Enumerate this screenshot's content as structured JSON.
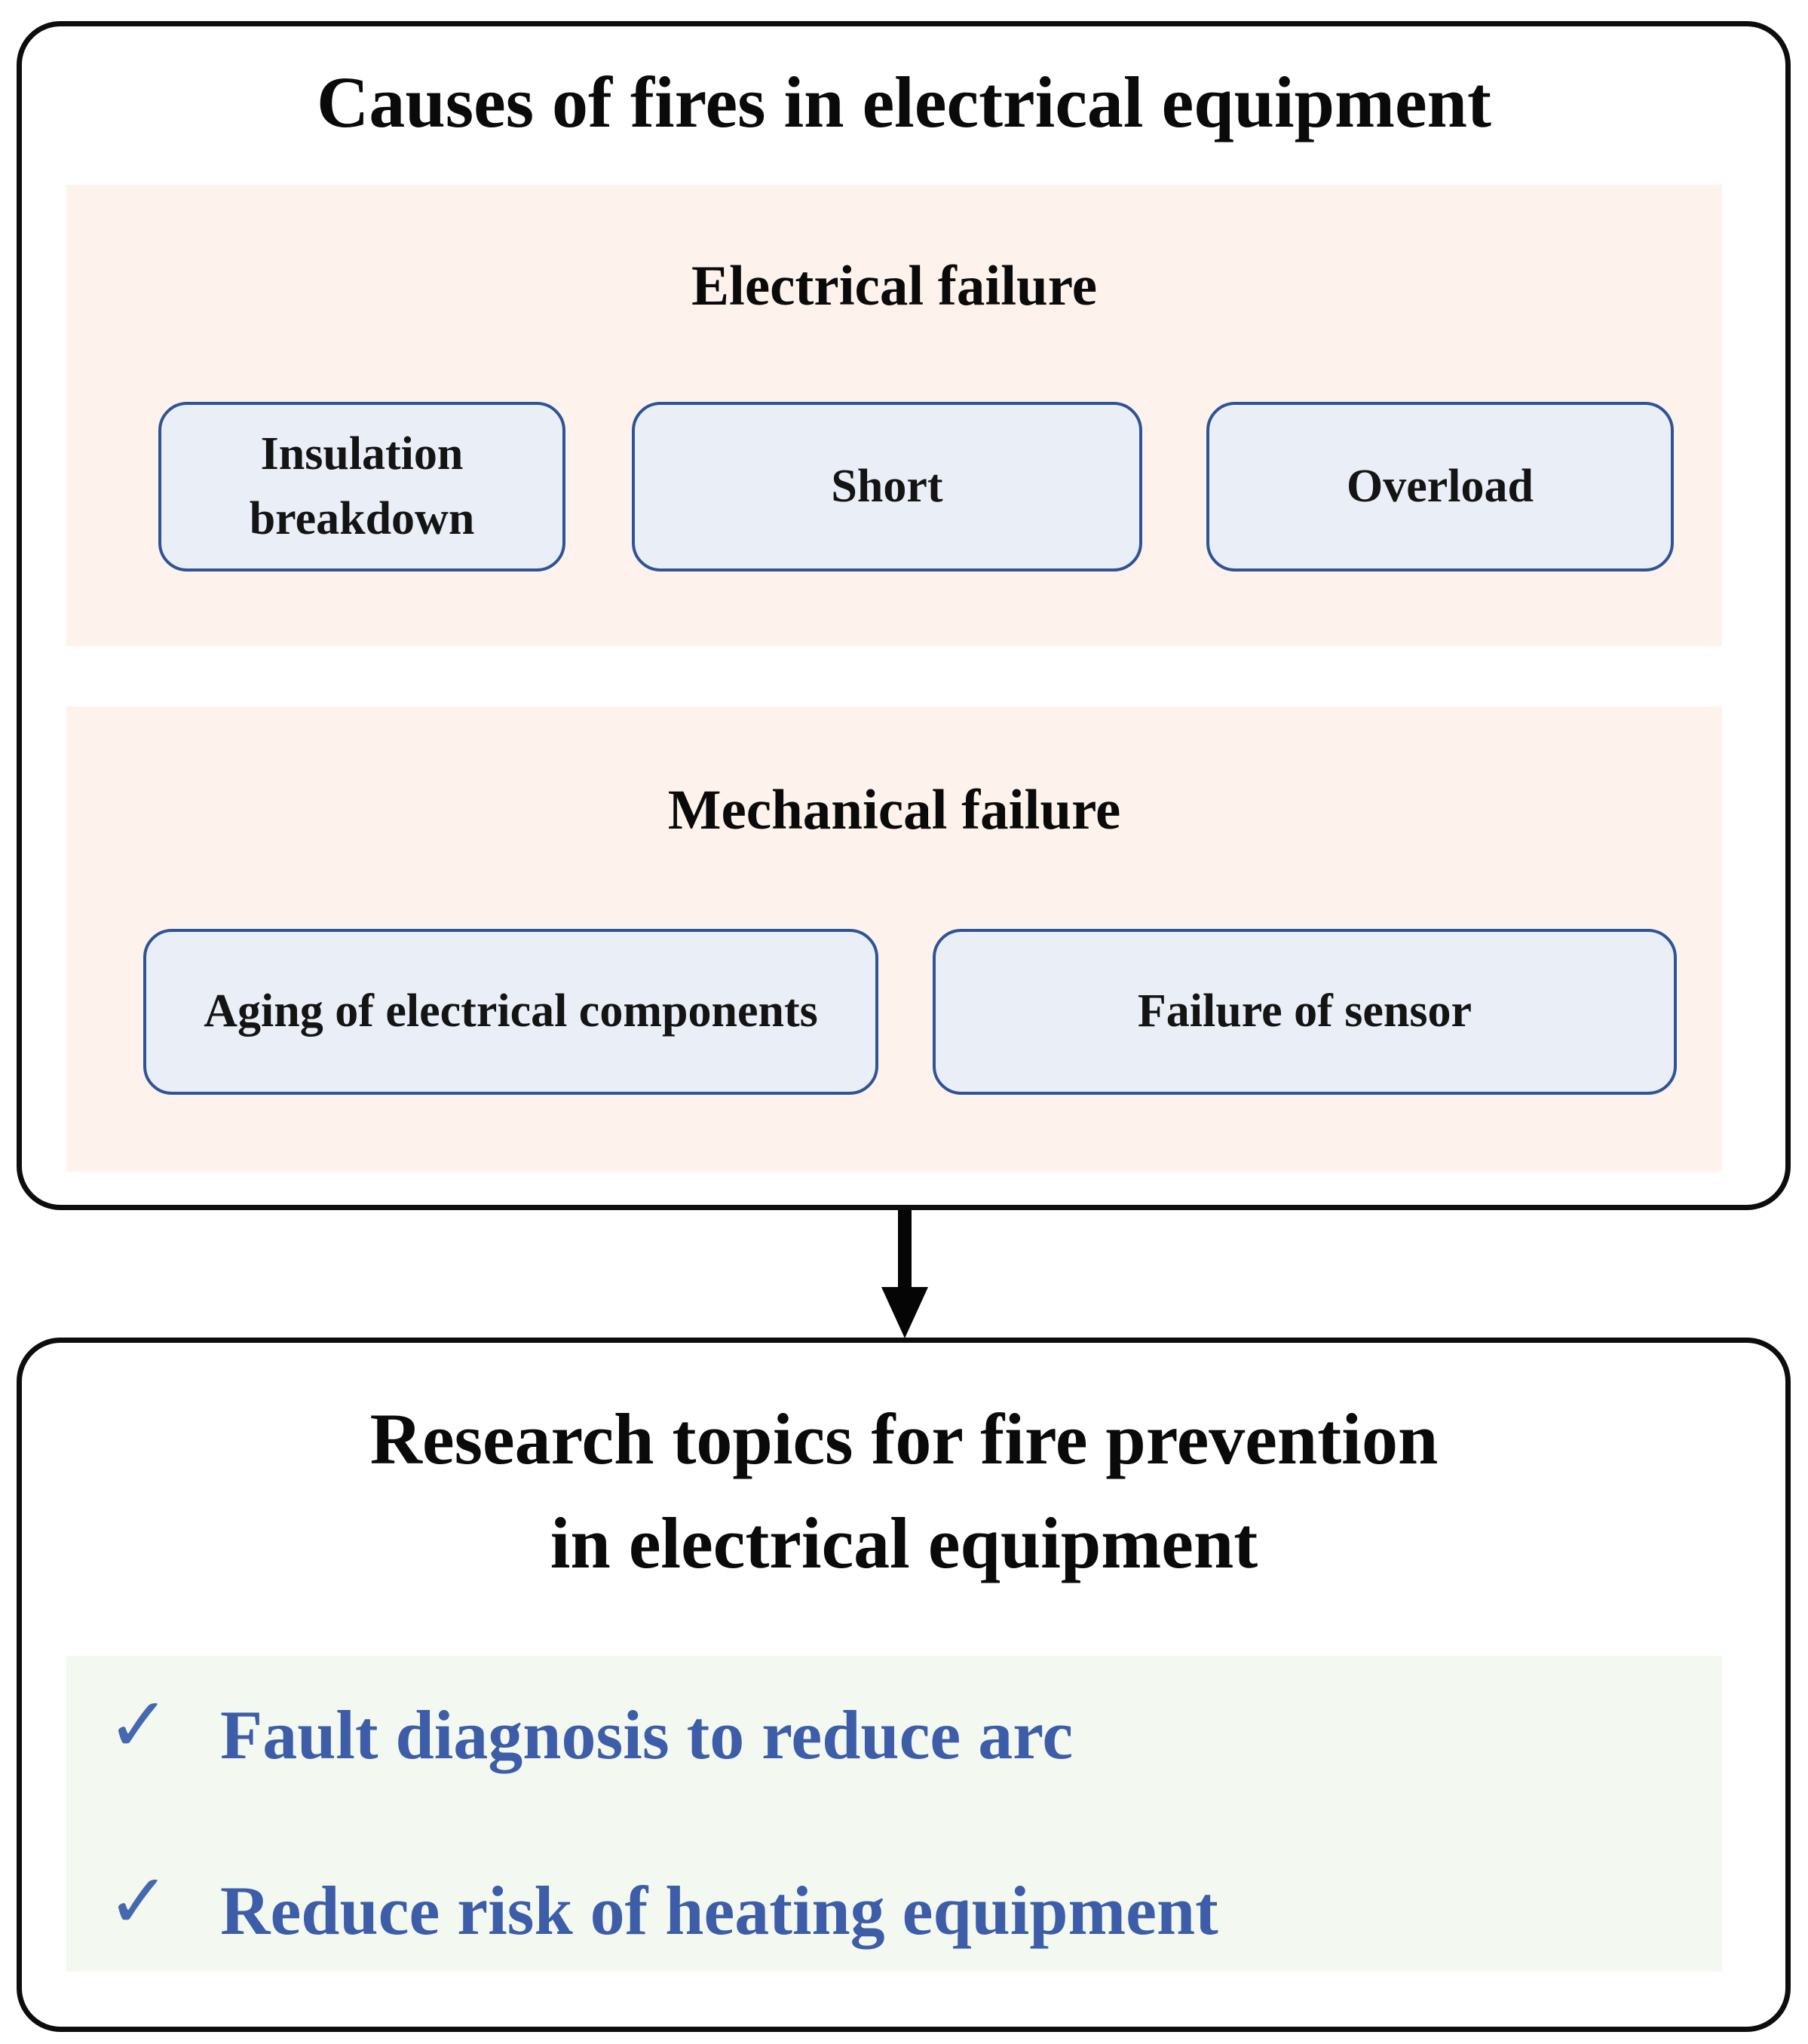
{
  "diagram": {
    "top_box": {
      "title": "Causes of fires in electrical equipment",
      "electrical": {
        "heading": "Electrical failure",
        "items": [
          "Insulation breakdown",
          "Short",
          "Overload"
        ]
      },
      "mechanical": {
        "heading": "Mechanical failure",
        "items": [
          "Aging of electrical components",
          "Failure of sensor"
        ]
      }
    },
    "arrow": {
      "direction": "down"
    },
    "bottom_box": {
      "title_line1": "Research topics for fire prevention",
      "title_line2": "in electrical equipment",
      "checklist": [
        {
          "check": "✓",
          "label": "Fault diagnosis to reduce arc"
        },
        {
          "check": "✓",
          "label": "Reduce risk of heating equipment"
        }
      ]
    },
    "colors": {
      "outline_black": "#0d0d0d",
      "peach_section_bg": "#FDF3EC",
      "green_section_bg": "#F3F9F1",
      "node_fill": "#EAEEF7",
      "node_border": "#2F5496",
      "checklist_text": "#3D5DA9",
      "checkmark": "#4668AE"
    }
  }
}
